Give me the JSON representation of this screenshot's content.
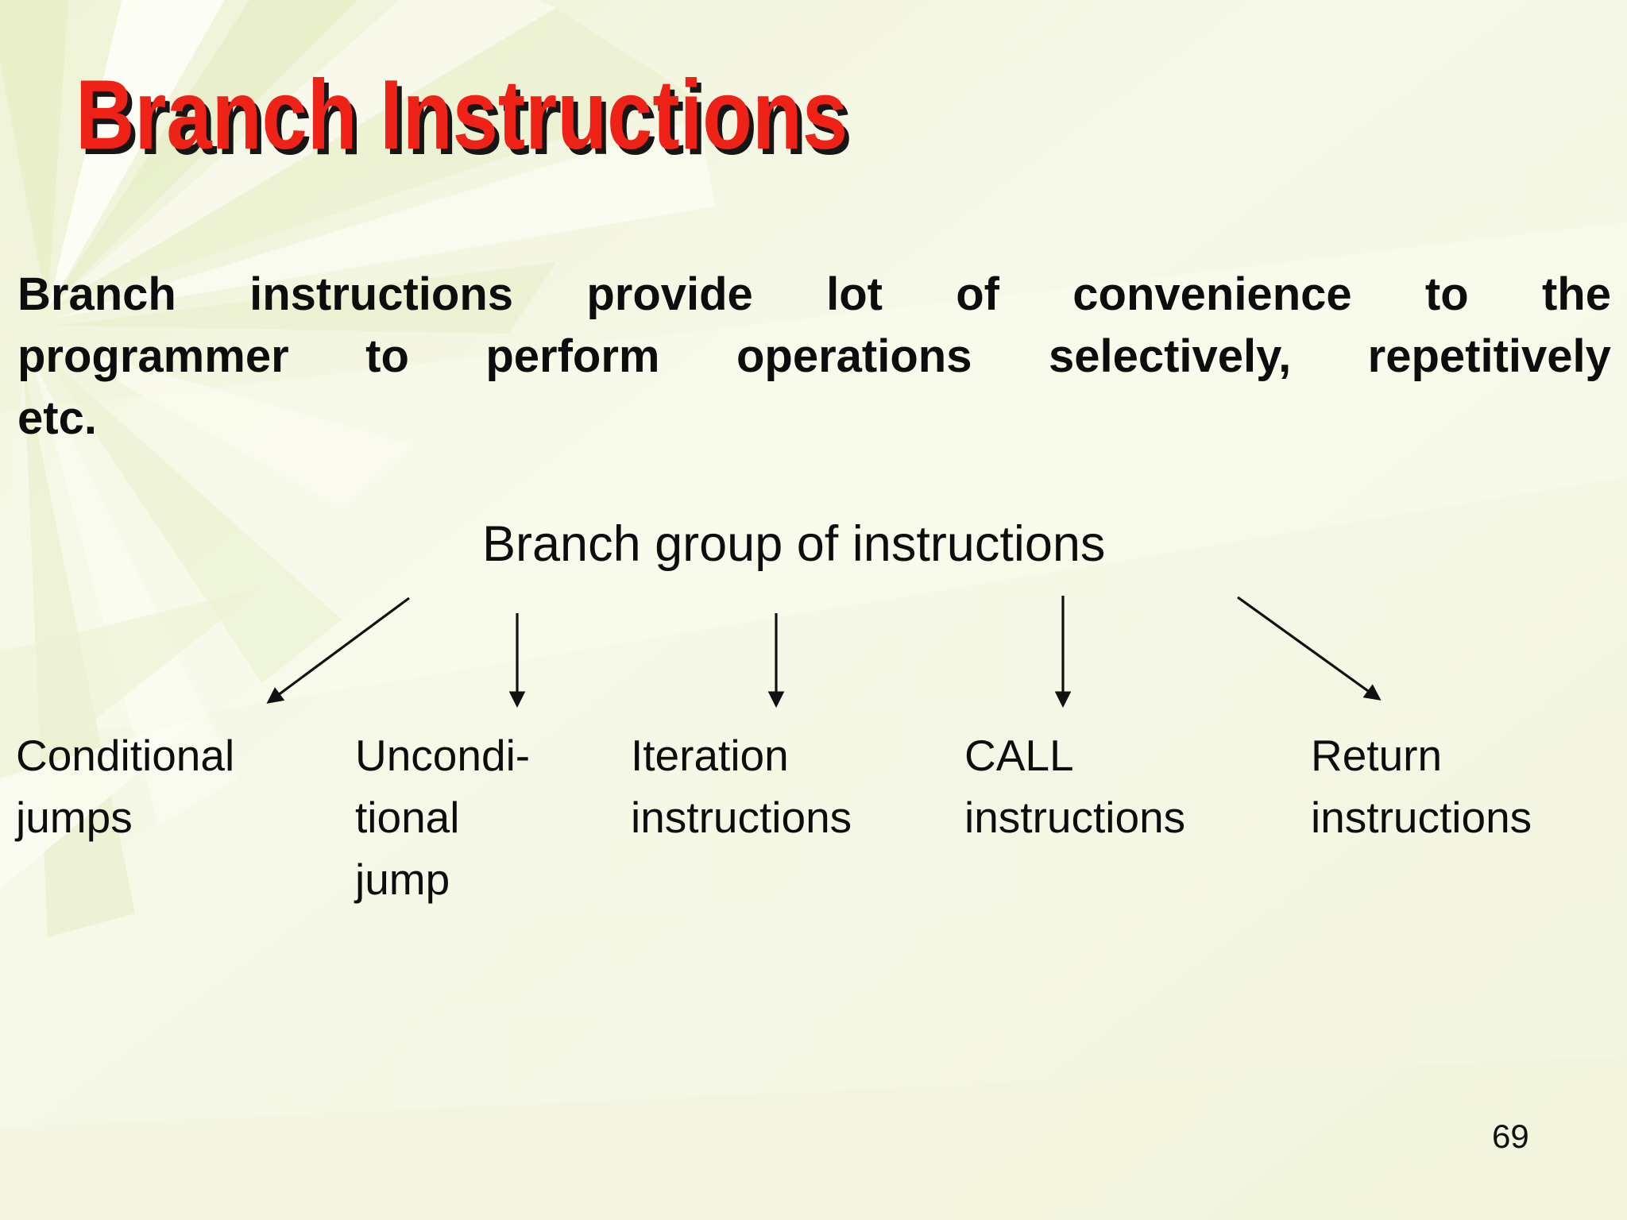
{
  "slide": {
    "title": "Branch Instructions",
    "body": {
      "line1": "Branch instructions provide lot of convenience to the",
      "line2": "programmer to perform operations selectively, repetitively",
      "line3": "etc."
    },
    "diagram": {
      "root_label": "Branch group of instructions",
      "branches": [
        {
          "lines": [
            "Conditional",
            "jumps"
          ]
        },
        {
          "lines": [
            "Uncondi-",
            "tional",
            "jump"
          ]
        },
        {
          "lines": [
            "Iteration",
            "instructions"
          ]
        },
        {
          "lines": [
            "CALL",
            "instructions"
          ]
        },
        {
          "lines": [
            "Return",
            "instructions"
          ]
        }
      ]
    },
    "page_number": "69",
    "colors": {
      "title_red": "#ee2217",
      "text_black": "#0d0d0d",
      "background": "#f4f6e2",
      "arrow": "#111111",
      "decor_green": "#e5edc4"
    }
  }
}
